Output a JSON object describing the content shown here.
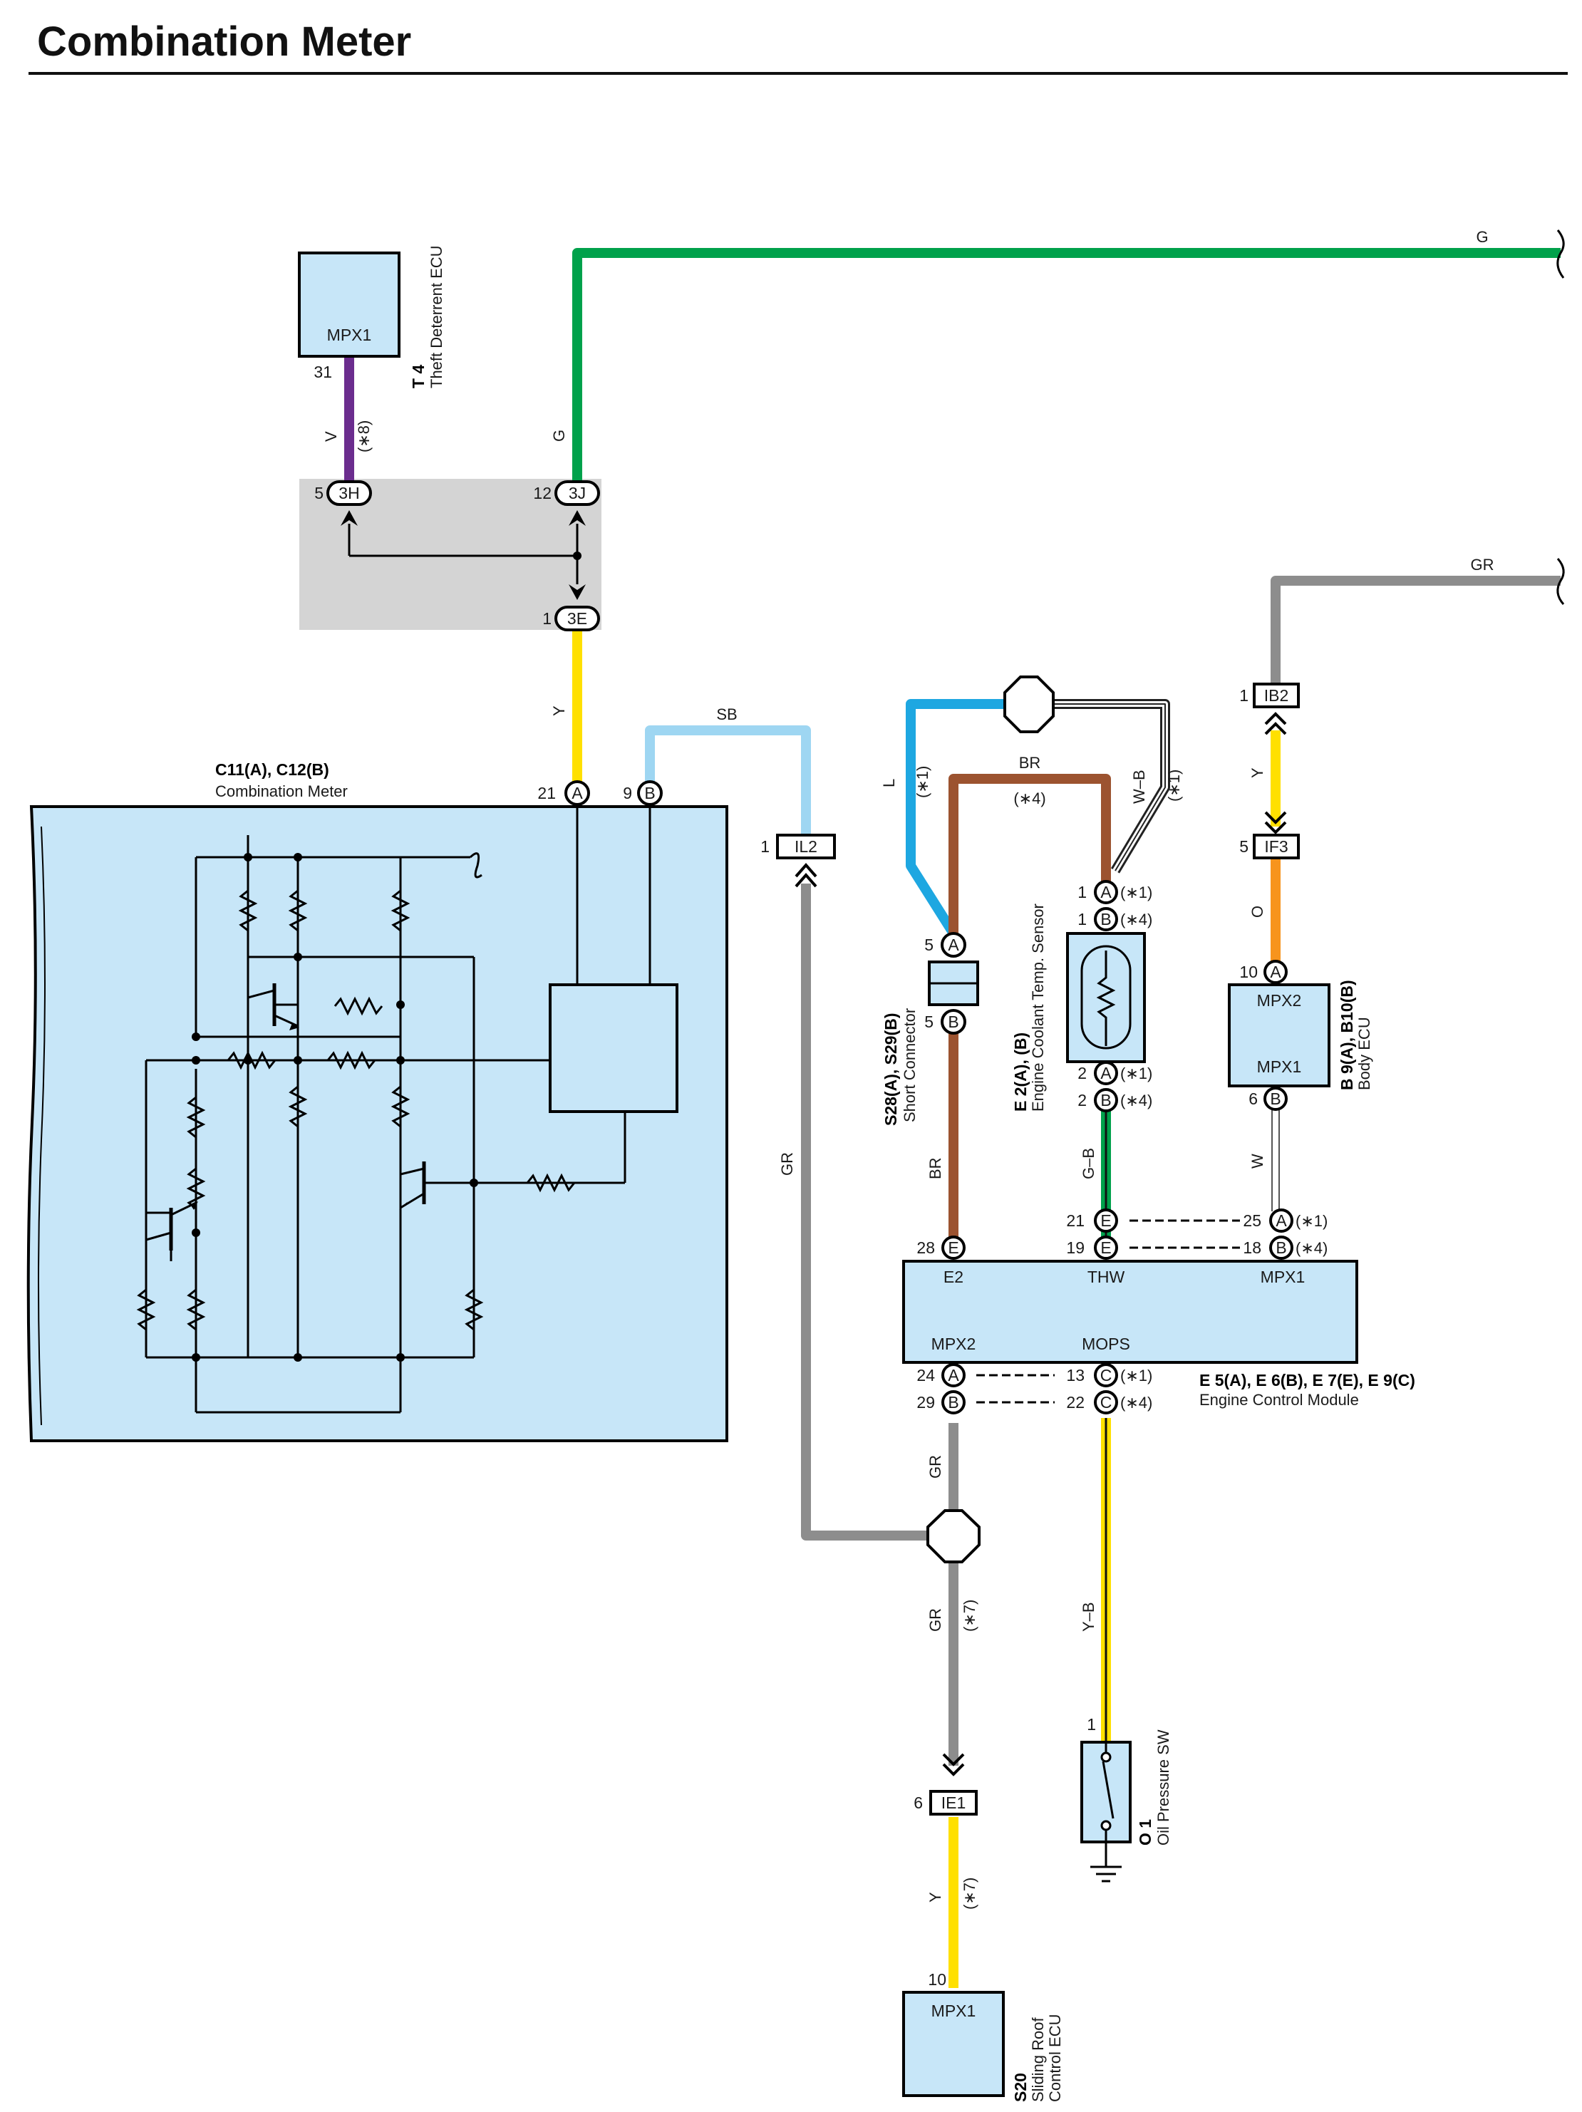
{
  "page": {
    "title": "Combination Meter"
  },
  "colors": {
    "green": "#00a14b",
    "gray": "#8d8d8d",
    "yellow": "#ffe000",
    "purple": "#6b2d8e",
    "light_blue": "#9ed6f2",
    "blue": "#1ea7e1",
    "brown": "#9c5330",
    "orange": "#f7941d",
    "component_fill": "#c7e6f8",
    "junction_fill": "#d4d4d4"
  },
  "components": {
    "theft_deterrent_ecu": {
      "code": "T 4",
      "name": "Theft Deterrent ECU",
      "terminal_label": "MPX1",
      "pin": "31"
    },
    "junction_block": {
      "pins": [
        {
          "num": "5",
          "conn": "3H"
        },
        {
          "num": "12",
          "conn": "3J"
        },
        {
          "num": "1",
          "conn": "3E"
        }
      ]
    },
    "combination_meter": {
      "code": "C11(A), C12(B)",
      "name": "Combination Meter",
      "pins": [
        {
          "num": "21",
          "conn": "A"
        },
        {
          "num": "9",
          "conn": "B"
        }
      ]
    },
    "short_connector": {
      "code": "S28(A), S29(B)",
      "name": "Short Connector",
      "pins": [
        {
          "num": "5",
          "conn": "A"
        },
        {
          "num": "5",
          "conn": "B"
        }
      ]
    },
    "coolant_sensor": {
      "code": "E 2(A), (B)",
      "name": "Engine Coolant Temp. Sensor",
      "pins": [
        {
          "num": "1",
          "conn": "A",
          "note": "(∗1)"
        },
        {
          "num": "1",
          "conn": "B",
          "note": "(∗4)"
        },
        {
          "num": "2",
          "conn": "A",
          "note": "(∗1)"
        },
        {
          "num": "2",
          "conn": "B",
          "note": "(∗4)"
        }
      ]
    },
    "body_ecu": {
      "code": "B 9(A), B10(B)",
      "name": "Body ECU",
      "terminal_top": "MPX2",
      "terminal_bottom": "MPX1",
      "pins": [
        {
          "num": "10",
          "conn": "A"
        },
        {
          "num": "6",
          "conn": "B"
        }
      ]
    },
    "ecm": {
      "code": "E 5(A), E 6(B), E 7(E), E 9(C)",
      "name": "Engine Control Module",
      "labels": {
        "e2": "E2",
        "thw": "THW",
        "mpx1": "MPX1",
        "mpx2": "MPX2",
        "mops": "MOPS"
      },
      "pins_top": [
        {
          "num": "28",
          "conn": "E"
        },
        {
          "num": "21",
          "conn": "E"
        },
        {
          "num": "19",
          "conn": "E"
        },
        {
          "num": "25",
          "conn": "A",
          "note": "(∗1)"
        },
        {
          "num": "18",
          "conn": "B",
          "note": "(∗4)"
        }
      ],
      "pins_bottom": [
        {
          "num": "24",
          "conn": "A"
        },
        {
          "num": "29",
          "conn": "B"
        },
        {
          "num": "13",
          "conn": "C",
          "note": "(∗1)"
        },
        {
          "num": "22",
          "conn": "C",
          "note": "(∗4)"
        }
      ]
    },
    "oil_pressure_sw": {
      "code": "O 1",
      "name": "Oil Pressure SW",
      "pin": "1"
    },
    "sliding_roof_ecu": {
      "code": "S20",
      "name1": "Sliding Roof",
      "name2": "Control ECU",
      "terminal_label": "MPX1",
      "pin": "10"
    }
  },
  "connectors": {
    "ib2": {
      "num": "1",
      "label": "IB2"
    },
    "if3": {
      "num": "5",
      "label": "IF3"
    },
    "il2": {
      "num": "1",
      "label": "IL2"
    },
    "ie1": {
      "num": "6",
      "label": "IE1"
    }
  },
  "wires": {
    "g_top": "G",
    "g_vert": "G",
    "gr_top": "GR",
    "v": "V",
    "v_note": "(∗8)",
    "y_jb": "Y",
    "sb": "SB",
    "l": "L",
    "l_note": "(∗1)",
    "br_top": "BR",
    "br_note": "(∗4)",
    "wb": "W–B",
    "wb_note": "(∗1)",
    "y_ib": "Y",
    "o": "O",
    "w": "W",
    "gr_left": "GR",
    "br_vert": "BR",
    "gb": "G–B",
    "gr_lower": "GR",
    "gr_lower2": "GR",
    "gr_lower2_note": "(∗7)",
    "yb": "Y–B",
    "y_bottom": "Y",
    "y_bottom_note": "(∗7)"
  }
}
